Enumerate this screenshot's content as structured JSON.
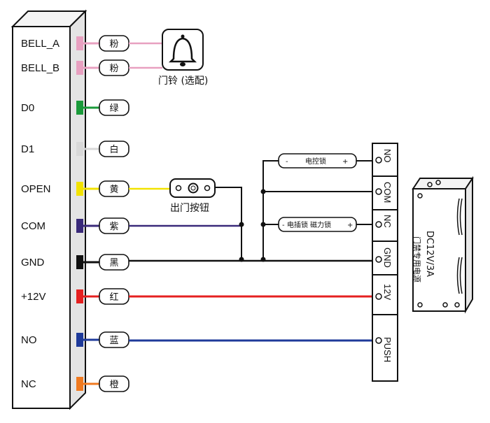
{
  "controller": {
    "terminals": [
      {
        "label": "BELL_A",
        "wire_color_name": "粉",
        "wire_hex": "#e8a0c0"
      },
      {
        "label": "BELL_B",
        "wire_color_name": "粉",
        "wire_hex": "#e8a0c0"
      },
      {
        "label": "D0",
        "wire_color_name": "绿",
        "wire_hex": "#1a9a3a"
      },
      {
        "label": "D1",
        "wire_color_name": "白",
        "wire_hex": "#d8d8d8"
      },
      {
        "label": "OPEN",
        "wire_color_name": "黄",
        "wire_hex": "#f2e200"
      },
      {
        "label": "COM",
        "wire_color_name": "紫",
        "wire_hex": "#3a2a7a"
      },
      {
        "label": "GND",
        "wire_color_name": "黑",
        "wire_hex": "#111111"
      },
      {
        "label": "+12V",
        "wire_color_name": "红",
        "wire_hex": "#e52020"
      },
      {
        "label": "NO",
        "wire_color_name": "蓝",
        "wire_hex": "#1e3a9a"
      },
      {
        "label": "NC",
        "wire_color_name": "橙",
        "wire_hex": "#f07a20"
      }
    ]
  },
  "doorbell": {
    "label": "门铃 (选配)",
    "icon": "bell-icon"
  },
  "exit_button": {
    "label": "出门按钮",
    "icon": "push-button-icon"
  },
  "locks": {
    "electric_lock": {
      "minus": "-",
      "name": "电控锁",
      "plus": "+"
    },
    "bolt_lock": {
      "minus": "-",
      "name": "电插锁 磁力锁",
      "plus": "+"
    }
  },
  "power_terminal_block": {
    "terminals": [
      "NO",
      "COM",
      "NC",
      "GND",
      "12V",
      "PUSH"
    ]
  },
  "power_supply": {
    "rating": "DC12V/3A",
    "name": "门禁专用电源"
  }
}
